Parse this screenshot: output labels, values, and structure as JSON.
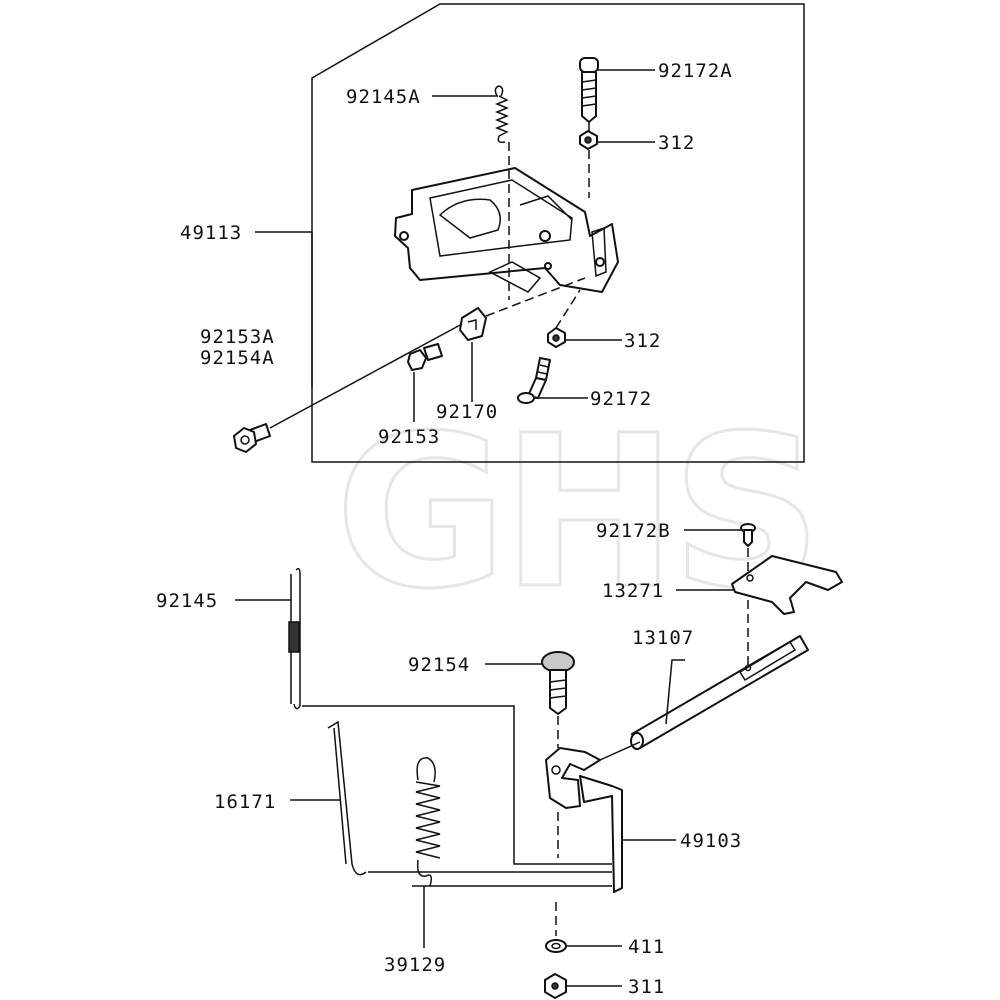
{
  "watermark": "GHS",
  "labels": {
    "l49113": "49113",
    "l92145A": "92145A",
    "l92172A": "92172A",
    "l312_top": "312",
    "l312_bottom": "312",
    "l92153A": "92153A",
    "l92154A": "92154A",
    "l92170": "92170",
    "l92153": "92153",
    "l92172": "92172",
    "l92172B": "92172B",
    "l13271": "13271",
    "l92145": "92145",
    "l13107": "13107",
    "l92154": "92154",
    "l16171": "16171",
    "l49103": "49103",
    "l39129": "39129",
    "l411": "411",
    "l311": "311"
  }
}
